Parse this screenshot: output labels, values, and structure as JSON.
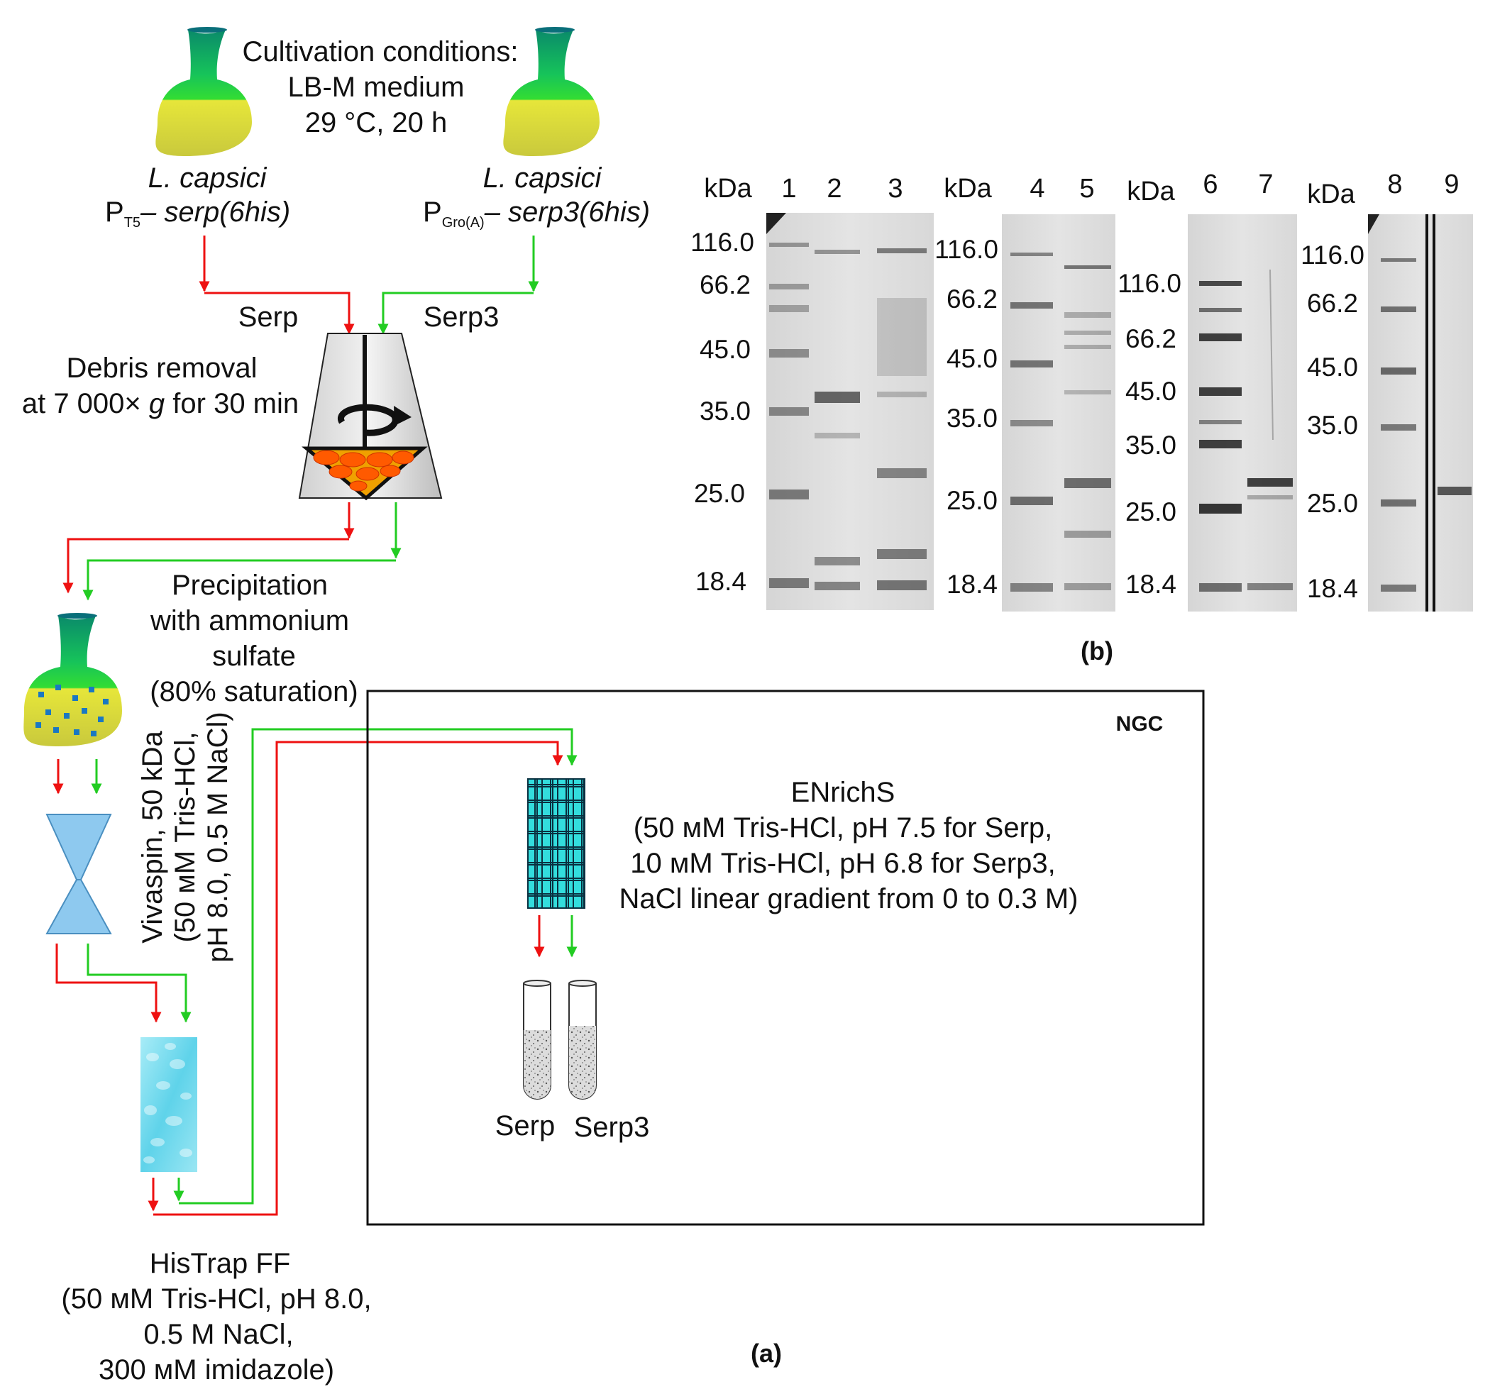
{
  "colors": {
    "serp_path": "#ee1111",
    "serp3_path": "#22cc22",
    "flask_top": "#11cc66",
    "flask_bottom": "#e6e63a",
    "column_cyan": "#33dddd",
    "histrap_cyan": "#7fdff0",
    "vivaspin_blue": "#8ec9ef"
  },
  "panel_a": {
    "label": "(a)",
    "cultivation": {
      "line1": "Cultivation conditions:",
      "line2": "LB-M medium",
      "line3": "29 °C, 20 h"
    },
    "strain_left": {
      "organism": "L. capsici",
      "promoter": "P",
      "promoter_sub": "T5",
      "gene": "– serp(6his)"
    },
    "strain_right": {
      "organism": "L. capsici",
      "promoter": "P",
      "promoter_sub": "Gro(A)",
      "gene": "– serp3(6his)"
    },
    "path_serp": "Serp",
    "path_serp3": "Serp3",
    "debris": {
      "line1": "Debris removal",
      "line2_a": "at 7 000×",
      "line2_g": "g",
      "line2_b": "for 30 min"
    },
    "precipitation": {
      "line1": "Precipitation",
      "line2": "with ammonium",
      "line3": "sulfate",
      "line4": "(80% saturation)"
    },
    "vivaspin": {
      "line1": "Vivaspin, 50 kDa",
      "line2": "(50 мМ Tris-HCl,",
      "line3": "pH 8.0, 0.5 M NaCl)"
    },
    "histrap": {
      "line1": "HisTrap FF",
      "line2": "(50 мМ Tris-HCl, pH 8.0,",
      "line3": "0.5 M NaCl,",
      "line4": "300 мМ imidazole)"
    },
    "ngc_label": "NGC",
    "enrichs": {
      "line1": "ENrichS",
      "line2": "(50 мМ Tris-HCl, pH 7.5 for Serp,",
      "line3": "10 мМ Tris-HCl, pH 6.8 for Serp3,",
      "line4": "NaCl linear gradient from 0 to 0.3 M)"
    },
    "tube_left": "Serp",
    "tube_right": "Serp3"
  },
  "panel_b": {
    "label": "(b)",
    "unit": "kDa",
    "gels": [
      {
        "lanes": [
          "1",
          "2",
          "3"
        ],
        "markers": [
          "116.0",
          "66.2",
          "45.0",
          "35.0",
          "25.0",
          "18.4"
        ]
      },
      {
        "lanes": [
          "4",
          "5"
        ],
        "markers": [
          "116.0",
          "66.2",
          "45.0",
          "35.0",
          "25.0",
          "18.4"
        ]
      },
      {
        "lanes": [
          "6",
          "7"
        ],
        "markers": [
          "116.0",
          "66.2",
          "45.0",
          "35.0",
          "25.0",
          "18.4"
        ]
      },
      {
        "lanes": [
          "8",
          "9"
        ],
        "markers": [
          "116.0",
          "66.2",
          "45.0",
          "35.0",
          "25.0",
          "18.4"
        ]
      }
    ]
  }
}
